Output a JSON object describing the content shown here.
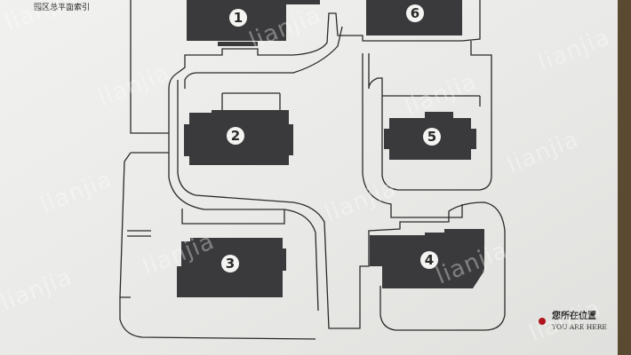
{
  "sign": {
    "title": "园区总平面索引",
    "you_are_here_cn": "您所在位置",
    "you_are_here_en": "YOU ARE HERE"
  },
  "buildings": [
    {
      "number": "1"
    },
    {
      "number": "2"
    },
    {
      "number": "3"
    },
    {
      "number": "4"
    },
    {
      "number": "5"
    },
    {
      "number": "6"
    }
  ],
  "watermark": "lianjia",
  "colors": {
    "board": "#ededec",
    "building": "#3a3a3c",
    "path_line": "#2a2a2a",
    "marker": "#b0141c",
    "frame": "#6b5a3e"
  }
}
